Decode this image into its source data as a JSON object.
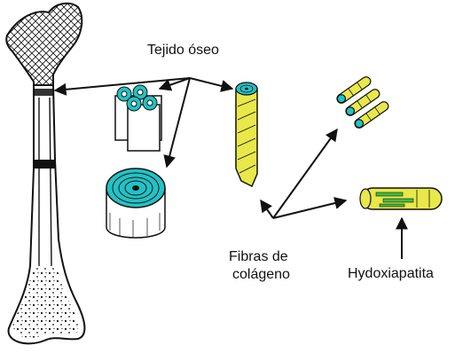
{
  "labels": {
    "tejido_oseo": "Tejido óseo",
    "fibras_line1": "Fibras de",
    "fibras_line2": "colágeno",
    "hidroxiapatita": "Hydoxiapatita"
  },
  "colors": {
    "osteon_cyan": "#21c3c6",
    "collagen_yellow": "#e8e84a",
    "mineral_green": "#3fbf3f",
    "ink": "#111111"
  },
  "icons": [
    "femur-bone",
    "osteon-cluster",
    "osteon-cross-section",
    "collagen-fiber",
    "fibril-bundle",
    "hydroxyapatite-fibril"
  ]
}
